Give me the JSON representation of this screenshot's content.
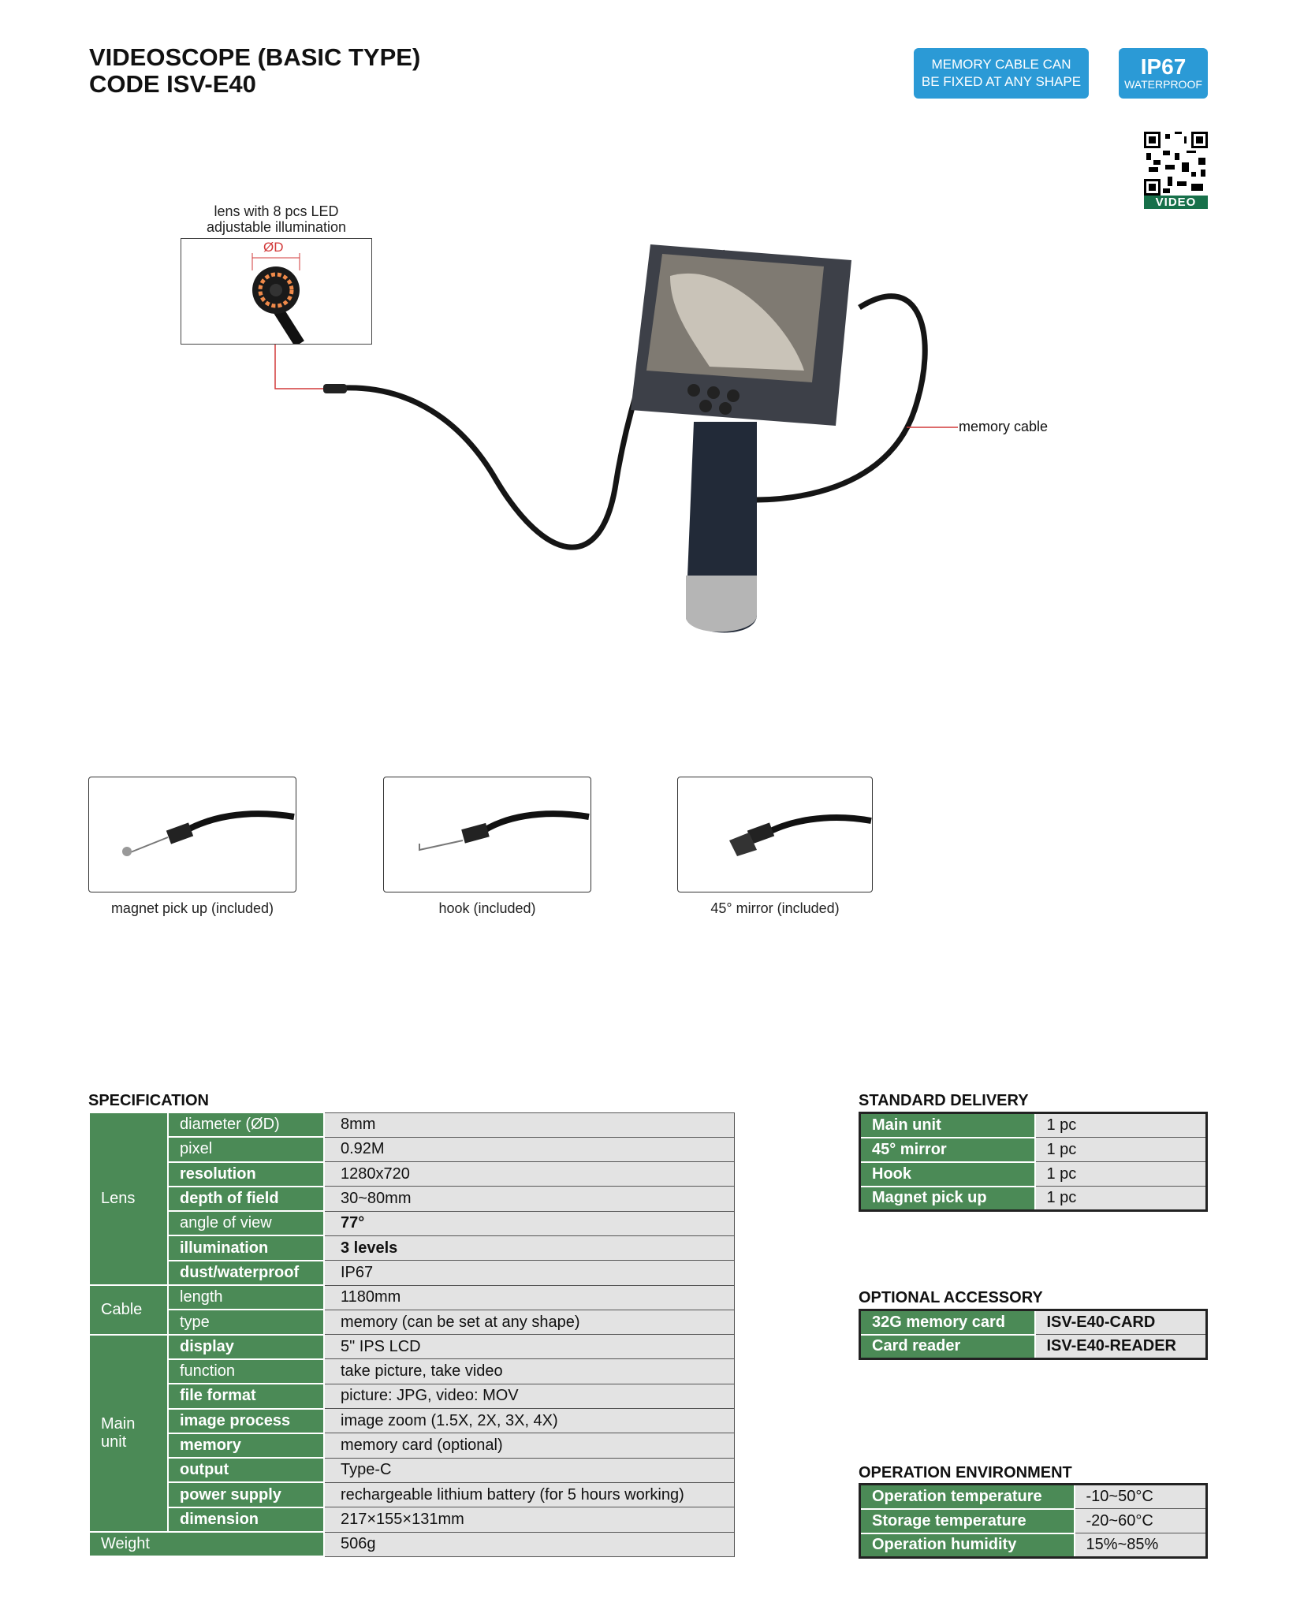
{
  "header": {
    "title_line1": "VIDEOSCOPE (BASIC TYPE)",
    "title_line2": "CODE ISV-E40",
    "badge_memory_line1": "MEMORY CABLE CAN",
    "badge_memory_line2": "BE FIXED AT ANY SHAPE",
    "badge_ip": "IP67",
    "badge_ip_sub": "WATERPROOF",
    "qr_label": "VIDEO"
  },
  "colors": {
    "badge_blue": "#2b9ad6",
    "table_green": "#4b8a56",
    "value_gray": "#e3e3e3",
    "callout_red": "#d23a3a"
  },
  "product": {
    "lens_caption_line1": "lens with 8 pcs LED",
    "lens_caption_line2": "adjustable illumination",
    "lens_dim": "ØD",
    "memory_cable_label": "memory cable"
  },
  "accessories": [
    {
      "caption": "magnet pick up (included)"
    },
    {
      "caption": "hook (included)"
    },
    {
      "caption": "45° mirror (included)"
    }
  ],
  "specification": {
    "title": "SPECIFICATION",
    "groups": {
      "lens": "Lens",
      "cable": "Cable",
      "main_unit": "Main unit",
      "weight": "Weight"
    },
    "rows": [
      {
        "param": "diameter (ØD)",
        "value": "8mm"
      },
      {
        "param": "pixel",
        "value": "0.92M"
      },
      {
        "param": "resolution",
        "value": "1280x720"
      },
      {
        "param": "depth of field",
        "value": "30~80mm"
      },
      {
        "param": "angle of view",
        "value": "77°"
      },
      {
        "param": "illumination",
        "value": "3 levels"
      },
      {
        "param": "dust/waterproof",
        "value": "IP67"
      },
      {
        "param": "length",
        "value": "1180mm"
      },
      {
        "param": "type",
        "value": "memory (can be set at any shape)"
      },
      {
        "param": "display",
        "value": "5\" IPS LCD"
      },
      {
        "param": "function",
        "value": "take picture, take video"
      },
      {
        "param": "file format",
        "value": "picture: JPG, video: MOV"
      },
      {
        "param": "image process",
        "value": "image zoom (1.5X, 2X, 3X, 4X)"
      },
      {
        "param": "memory",
        "value": "memory card (optional)"
      },
      {
        "param": "output",
        "value": "Type-C"
      },
      {
        "param": "power supply",
        "value": "rechargeable lithium battery (for 5 hours working)"
      },
      {
        "param": "dimension",
        "value": "217×155×131mm"
      }
    ],
    "weight_value": "506g"
  },
  "standard_delivery": {
    "title": "STANDARD DELIVERY",
    "rows": [
      {
        "item": "Main unit",
        "qty": "1 pc"
      },
      {
        "item": "45° mirror",
        "qty": "1 pc"
      },
      {
        "item": "Hook",
        "qty": "1 pc"
      },
      {
        "item": "Magnet pick up",
        "qty": "1 pc"
      }
    ]
  },
  "optional_accessory": {
    "title": "OPTIONAL ACCESSORY",
    "rows": [
      {
        "item": "32G memory card",
        "code": "ISV-E40-CARD"
      },
      {
        "item": "Card reader",
        "code": "ISV-E40-READER"
      }
    ]
  },
  "operation_environment": {
    "title": "OPERATION ENVIRONMENT",
    "rows": [
      {
        "item": "Operation temperature",
        "value": "-10~50°C"
      },
      {
        "item": "Storage temperature",
        "value": "-20~60°C"
      },
      {
        "item": "Operation humidity",
        "value": "15%~85%"
      }
    ]
  }
}
